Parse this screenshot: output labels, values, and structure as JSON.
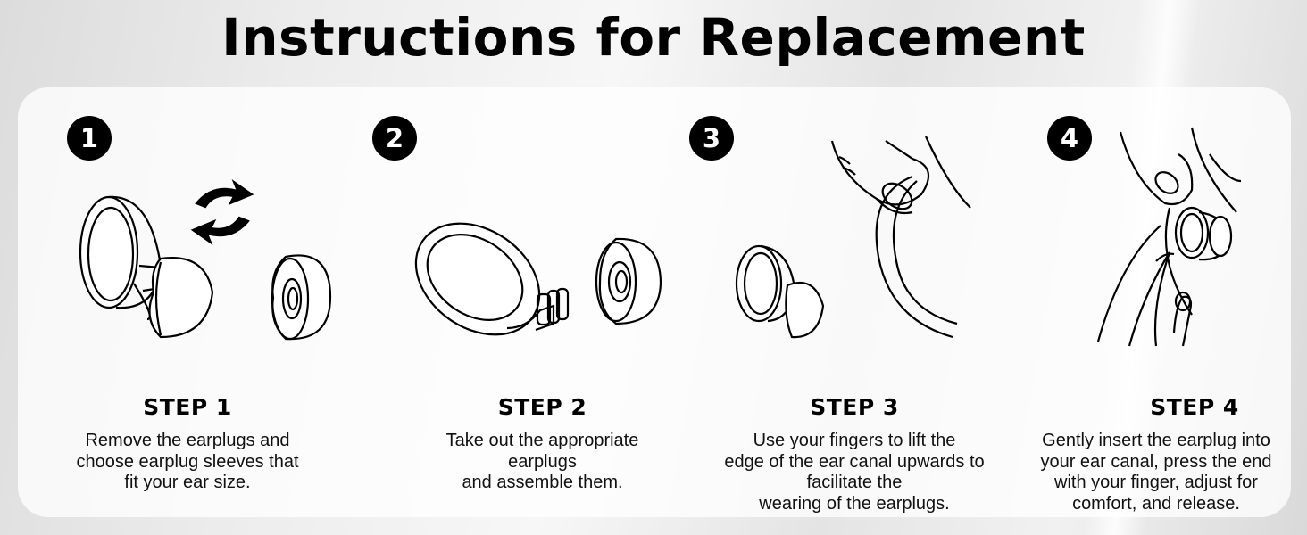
{
  "title": "Instructions for Replacement",
  "steps": [
    {
      "number": "1",
      "label": "STEP 1",
      "desc_lines": [
        "Remove the earplugs and",
        "choose earplug sleeves that",
        "fit your ear size."
      ],
      "icon": "earplug-swap-illustration"
    },
    {
      "number": "2",
      "label": "STEP 2",
      "desc_lines": [
        "Take out the appropriate",
        "earplugs",
        "and assemble them."
      ],
      "icon": "earplug-assembly-illustration"
    },
    {
      "number": "3",
      "label": "STEP 3",
      "desc_lines": [
        "Use your fingers to lift the",
        "edge of the ear canal upwards to",
        "facilitate the",
        "wearing of the earplugs."
      ],
      "icon": "finger-lifting-ear-illustration"
    },
    {
      "number": "4",
      "label": "STEP 4",
      "desc_lines": [
        "Gently insert the earplug into",
        "your ear canal, press the end",
        "with your finger, adjust for",
        "comfort, and release."
      ],
      "icon": "finger-inserting-earplug-illustration"
    }
  ]
}
